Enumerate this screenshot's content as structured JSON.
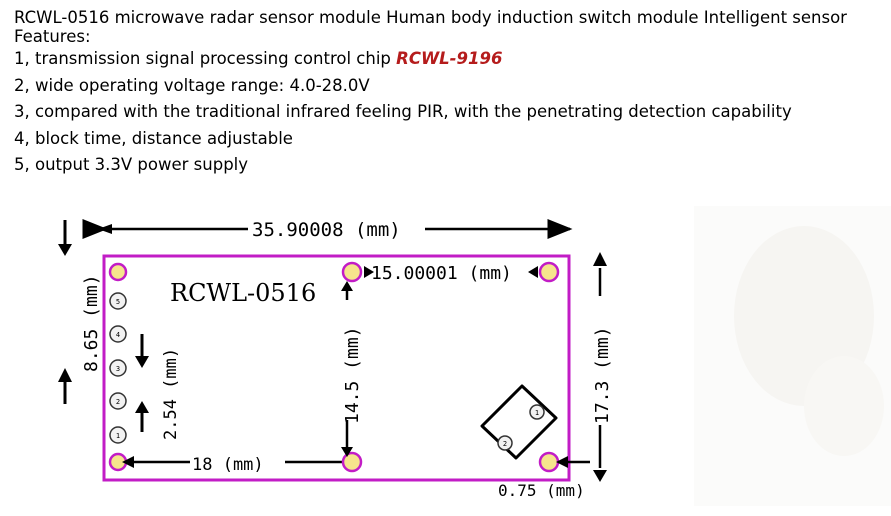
{
  "header": {
    "title": "RCWL-0516 microwave radar sensor module Human body induction switch module Intelligent sensor",
    "features_heading": "Features:"
  },
  "features": [
    {
      "prefix": "1, transmission signal processing control chip ",
      "highlight": "RCWL-9196"
    },
    {
      "prefix": "2, wide operating voltage range: 4.0-28.0V"
    },
    {
      "prefix": "3, compared with the traditional infrared feeling PIR, with the penetrating detection capability"
    },
    {
      "prefix": "4, block time, distance adjustable"
    },
    {
      "prefix": "5, output 3.3V power supply"
    }
  ],
  "colors": {
    "highlight": "#b51c1c",
    "board_outline": "#c21cc6",
    "pad_fill": "#f6e58c",
    "pad_stroke": "#c21cc6"
  },
  "diagram": {
    "board_label": "RCWL-0516",
    "dim_width": "35.90008 (mm)",
    "dim_hole_spacing": "15.00001 (mm)",
    "dim_left_height": "8.65 (mm)",
    "dim_pin_pitch": "2.54 (mm)",
    "dim_hole_vertical": "14.5 (mm)",
    "dim_right_height": "17.3 (mm)",
    "dim_hole_offset": "18 (mm)",
    "dim_edge_offset": "0.75 (mm)",
    "pin_numbers": [
      "5",
      "4",
      "3",
      "2",
      "1"
    ],
    "crystal_pad_numbers": [
      "1",
      "2"
    ]
  }
}
